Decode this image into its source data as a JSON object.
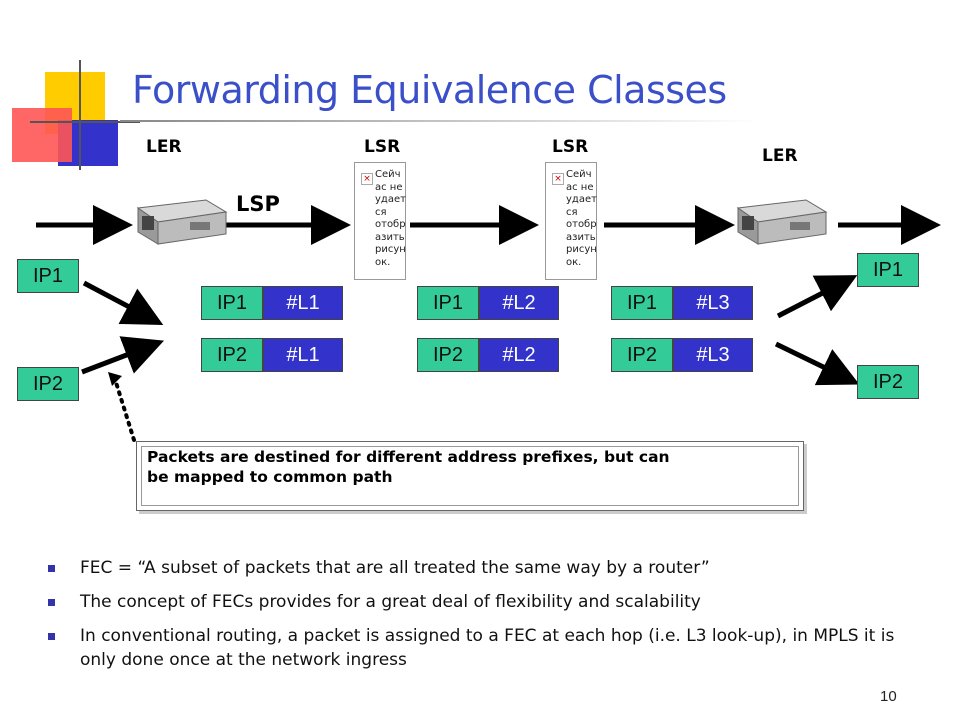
{
  "slide": {
    "title": "Forwarding Equivalence Classes",
    "page_number": "10"
  },
  "nodes": {
    "ler_left": "LER",
    "lsr_1": "LSR",
    "lsr_2": "LSR",
    "ler_right": "LER",
    "lsp": "LSP"
  },
  "missing_image_text": "Сейч\nас не\nудает\nся\nотобр\nазить\nрисун\nок.",
  "packets": {
    "in_ip1": "IP1",
    "in_ip2": "IP2",
    "out_ip1": "IP1",
    "out_ip2": "IP2"
  },
  "label_pairs": [
    {
      "ip": "IP1",
      "label": "#L1"
    },
    {
      "ip": "IP2",
      "label": "#L1"
    },
    {
      "ip": "IP1",
      "label": "#L2"
    },
    {
      "ip": "IP2",
      "label": "#L2"
    },
    {
      "ip": "IP1",
      "label": "#L3"
    },
    {
      "ip": "IP2",
      "label": "#L3"
    }
  ],
  "callout": {
    "line1": "Packets are destined for different address prefixes, but can",
    "line2": "be mapped to common path"
  },
  "bullets": [
    "FEC = “A subset of packets that are all treated the same way by a router”",
    "The concept of FECs provides for a great deal of flexibility and scalability",
    "In conventional routing, a packet is assigned to a FEC at each hop (i.e. L3 look-up), in MPLS it is only done once at the network ingress"
  ],
  "colors": {
    "title": "#3a4fc8",
    "packet_green": "#33cc99",
    "label_blue": "#3333cc",
    "deco_yellow": "#ffcc00",
    "deco_red": "#ff3333",
    "deco_blue": "#3333cc"
  }
}
